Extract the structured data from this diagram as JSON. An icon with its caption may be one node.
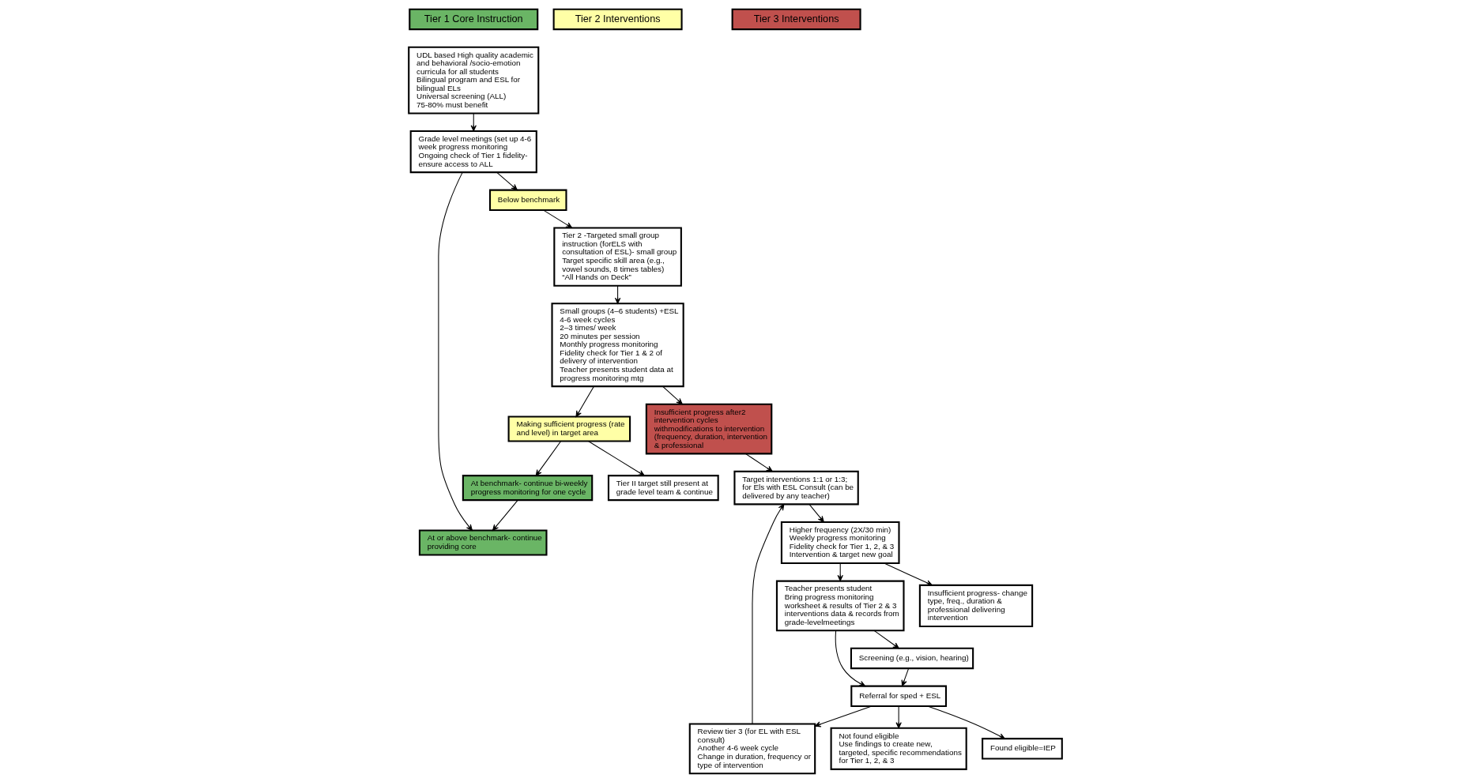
{
  "diagram": {
    "nodes": [
      {
        "text": [
          "Tier 1 Core Instruction"
        ]
      },
      {
        "text": [
          "Tier 2 Interventions"
        ]
      },
      {
        "text": [
          "Tier 3 Interventions"
        ]
      },
      {
        "text": [
          "UDL based High quality academic and behavioral /socio-emotion curricula for all students",
          "Bilingual program and ESL for bilingual ELs",
          "Universal screening (ALL)",
          "75-80% must benefit"
        ]
      },
      {
        "text": [
          "Grade level meetings (set up 4-6 week progress monitoring",
          "Ongoing check of Tier 1 fidelity- ensure access to ALL"
        ]
      },
      {
        "text": [
          "At or above benchmark- continue providing core"
        ]
      },
      {
        "text": [
          "At benchmark- continue bi-weekly progress monitoring for one cycle"
        ]
      },
      {
        "text": [
          "Below benchmark"
        ]
      },
      {
        "text": [
          "Tier 2 -Targeted small group instruction (forELS with consultation of ESL)- small group",
          "Target specific skill area (e.g., vowel sounds, 8 times tables)",
          "“All Hands on Deck”"
        ]
      },
      {
        "text": [
          "Small groups (4–6 students) +ESL",
          "4-6 week cycles",
          "2–3 times/ week",
          "20 minutes per session",
          "Monthly progress monitoring",
          "Fidelity check for Tier 1 & 2 of delivery of intervention",
          "Teacher presents student data at progress monitoring mtg"
        ]
      },
      {
        "text": [
          "Making sufficient progress (rate and level) in target area"
        ]
      },
      {
        "text": [
          "Tier II target still present at grade level team & continue"
        ]
      },
      {
        "text": [
          "Insufficient progress after2 intervention cycles withmodifications to intervention (frequency, duration, intervention & professional"
        ]
      },
      {
        "text": [
          "Target interventions 1:1 or 1:3; for Els with ESL Consult (can be delivered by any teacher)"
        ]
      },
      {
        "text": [
          "Higher frequency (2X/30 min)",
          "Weekly progress monitoring",
          "Fidelity check for Tier 1, 2, & 3",
          "Intervention & target new goal"
        ]
      },
      {
        "text": [
          "Insufficient progress- change type, freq., duration & professional delivering intervention"
        ]
      },
      {
        "text": [
          "Teacher presents student",
          "Bring progress monitoring worksheet & results of Tier 2 & 3 interventions data & records from grade-levelmeetings"
        ]
      },
      {
        "text": [
          "Screening (e.g., vision, hearing)"
        ]
      },
      {
        "text": [
          "Referral for sped + ESL"
        ]
      },
      {
        "text": [
          "Review tier 3 (for EL with ESL consult)",
          "Another 4-6 week cycle",
          "Change in duration, frequency or type of intervention"
        ]
      },
      {
        "text": [
          "Found eligible=IEP"
        ]
      },
      {
        "text": [
          "Not found eligible",
          "Use findings to create new, targeted, specific recommendations for Tier 1, 2, & 3"
        ]
      }
    ],
    "edges": [
      {
        "from": 3,
        "to": 4,
        "arrow": "to"
      },
      {
        "from": 4,
        "to": 5,
        "arrow": "to"
      },
      {
        "from": 4,
        "to": 7,
        "arrow": "to"
      },
      {
        "from": 7,
        "to": 8,
        "arrow": "to"
      },
      {
        "from": 6,
        "to": 5,
        "arrow": "to"
      },
      {
        "from": 10,
        "to": 6,
        "arrow": "to"
      },
      {
        "from": 8,
        "to": 9,
        "arrow": "to"
      },
      {
        "from": 9,
        "to": 10,
        "arrow": "to"
      },
      {
        "from": 10,
        "to": 11,
        "arrow": "to"
      },
      {
        "from": 9,
        "to": 12,
        "arrow": "to"
      },
      {
        "from": 12,
        "to": 13,
        "arrow": "to"
      },
      {
        "from": 13,
        "to": 14,
        "arrow": "to"
      },
      {
        "from": 14,
        "to": 15,
        "arrow": "to"
      },
      {
        "from": 14,
        "to": 16,
        "arrow": "to"
      },
      {
        "from": 16,
        "to": 17,
        "arrow": "to"
      },
      {
        "from": 16,
        "to": 18,
        "arrow": "to"
      },
      {
        "from": 17,
        "to": 18,
        "arrow": "to"
      },
      {
        "from": 18,
        "to": 19,
        "arrow": "to"
      },
      {
        "from": 19,
        "to": 13,
        "arrow": "to"
      },
      {
        "from": 18,
        "to": 20,
        "arrow": "to"
      },
      {
        "from": 18,
        "to": 21,
        "arrow": "to"
      }
    ]
  }
}
